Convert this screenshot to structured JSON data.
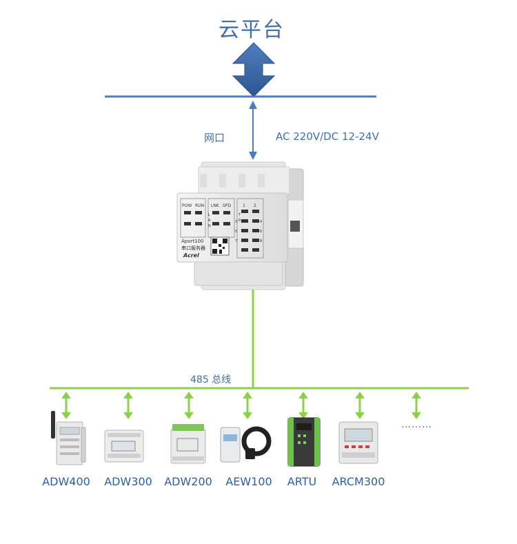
{
  "cloud": {
    "title": "云平台"
  },
  "uplink": {
    "port_label": "网口",
    "power_label": "AC 220V/DC 12-24V"
  },
  "gateway": {
    "model": "Aport100",
    "name": "串口服务器",
    "brand": "Acrel",
    "leds_left": [
      "POW",
      "RUN"
    ],
    "leds_mid": [
      "LNK",
      "SPD"
    ],
    "mid_letters": [
      "L",
      "A",
      "N"
    ],
    "leds_right": [
      "1",
      "2",
      "3",
      "4",
      "5",
      "6",
      "7",
      "8"
    ],
    "right_letters": [
      "T",
      "R"
    ]
  },
  "bus": {
    "label": "485 总线"
  },
  "devices": [
    {
      "label": "ADW400"
    },
    {
      "label": "ADW300"
    },
    {
      "label": "ADW200"
    },
    {
      "label": "AEW100"
    },
    {
      "label": "ARTU"
    },
    {
      "label": "ARCM300"
    }
  ],
  "more": {
    "label": "………"
  },
  "colors": {
    "blue_line": "#4a7dc0",
    "green_line": "#8cd04a",
    "arrow_fill": "#3a64a5"
  }
}
